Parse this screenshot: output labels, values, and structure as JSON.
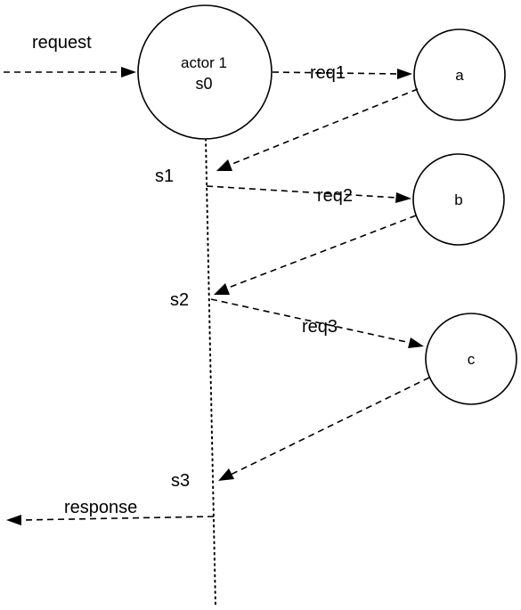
{
  "diagram": {
    "actor": {
      "name": "actor 1",
      "state": "s0"
    },
    "services": {
      "a": "a",
      "b": "b",
      "c": "c"
    },
    "messages": {
      "request": "request",
      "req1": "req1",
      "req2": "req2",
      "req3": "req3",
      "response": "response"
    },
    "states": {
      "s1": "s1",
      "s2": "s2",
      "s3": "s3"
    }
  }
}
